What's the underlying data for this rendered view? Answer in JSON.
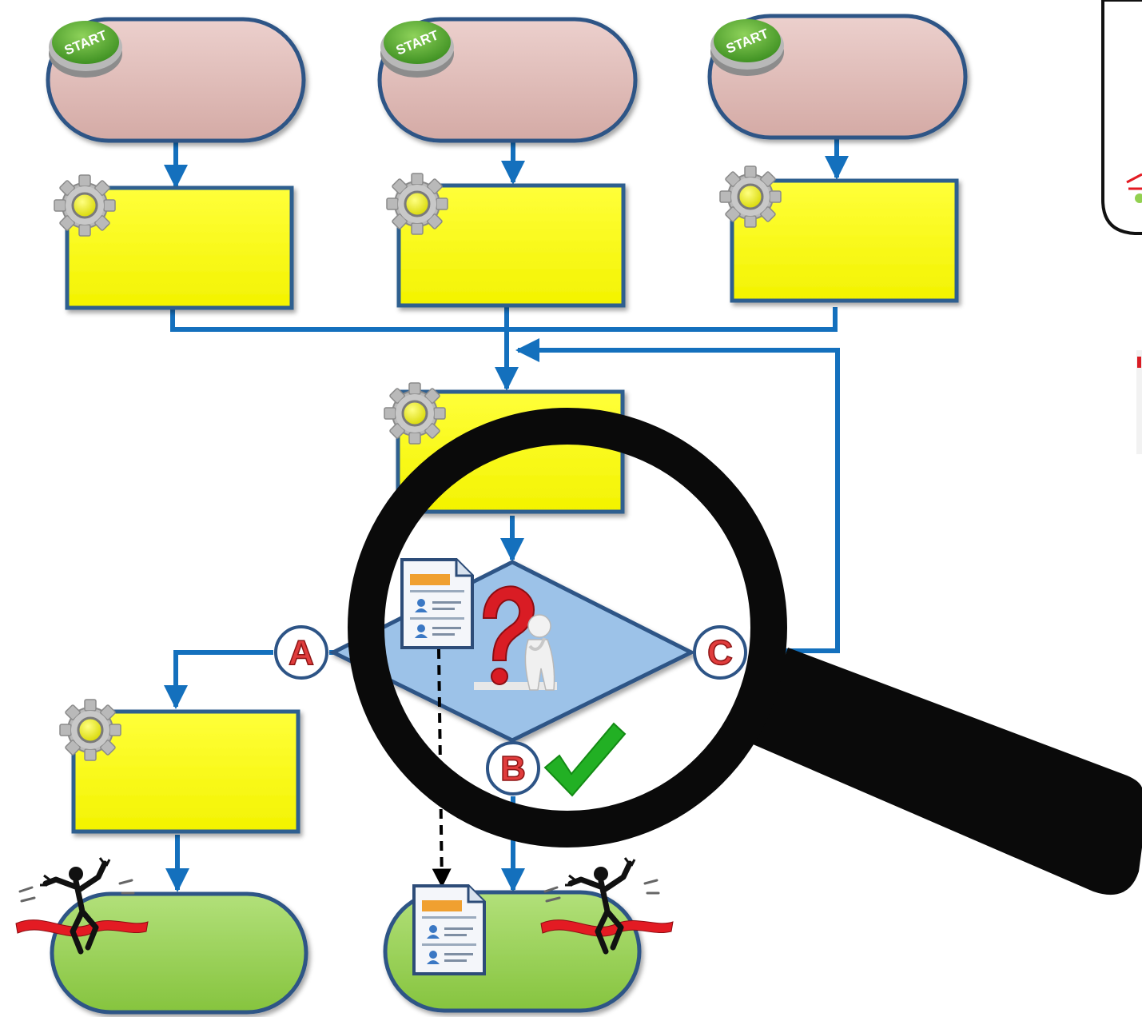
{
  "start_button": {
    "label": "START",
    "icon": "start-button-icon"
  },
  "process_icon": "gear-icon",
  "branches": {
    "a": "A",
    "b": "B",
    "c": "C"
  },
  "decision_icons": [
    "document-icon",
    "question-person-icon"
  ],
  "confirm_icon": "checkmark-icon",
  "finish_icon": "finish-line-runner-icon",
  "magnifier_icon": "magnifying-glass-icon",
  "colors": {
    "start_pill": "#dbb9b5",
    "pill_border": "#2d5486",
    "process": "#ffff00",
    "process_border": "#2f5f8f",
    "end_pill": "#92d050",
    "decision": "#9cc2e8",
    "connector": "#1470bd",
    "start_button": "#4ea82a",
    "branch_label": "#e03c3c",
    "check": "#22b024"
  }
}
